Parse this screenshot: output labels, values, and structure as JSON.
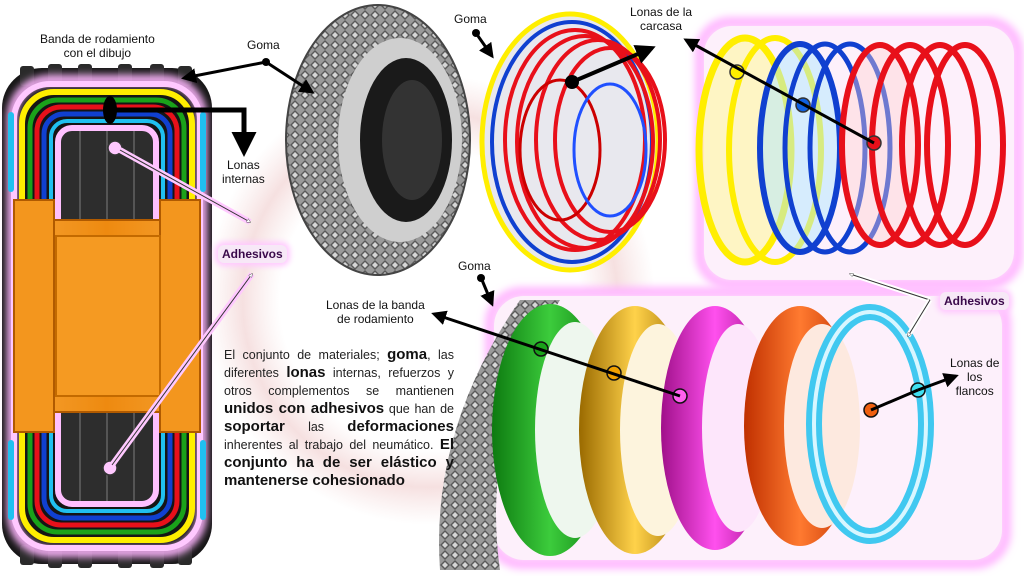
{
  "labels": {
    "tread_band": [
      "Banda de rodamiento",
      "con el dibujo"
    ],
    "goma_left": "Goma",
    "goma_top": "Goma",
    "goma_mid": "Goma",
    "lonas_internas": [
      "Lonas",
      "internas"
    ],
    "lonas_carcasa": [
      "Lonas de la",
      "carcasa"
    ],
    "lonas_banda": [
      "Lonas de la banda",
      "de rodamiento"
    ],
    "lonas_flancos": [
      "Lonas de",
      "los",
      "flancos"
    ],
    "adhesivos_left": "Adhesivos",
    "adhesivos_right": "Adhesivos"
  },
  "description": {
    "p1": "El conjunto de materiales; ",
    "b1": "goma",
    "p2": ", las diferentes ",
    "b2": "lonas",
    "p3": " internas, refuerzos y otros complementos se mantienen ",
    "b3": "unidos con adhesivos",
    "p4": " que han de ",
    "b4": "soportar",
    "p5": " las ",
    "b5": "deformaciones",
    "p6": " inherentes al trabajo del neumático. ",
    "b6": "El conjunto ha de ser elástico y mantenerse cohesionado"
  },
  "colors": {
    "rubber": "#1a1a1a",
    "orange": "#f08a1c",
    "red": "#e8101a",
    "yellow": "#ffee00",
    "blue": "#1040d0",
    "green": "#1aa21a",
    "gold": "#d8a000",
    "magenta": "#e020c8",
    "orange_red": "#f05010",
    "cyan": "#40c8f0",
    "adhesive_glow": "#ffb6ff"
  }
}
